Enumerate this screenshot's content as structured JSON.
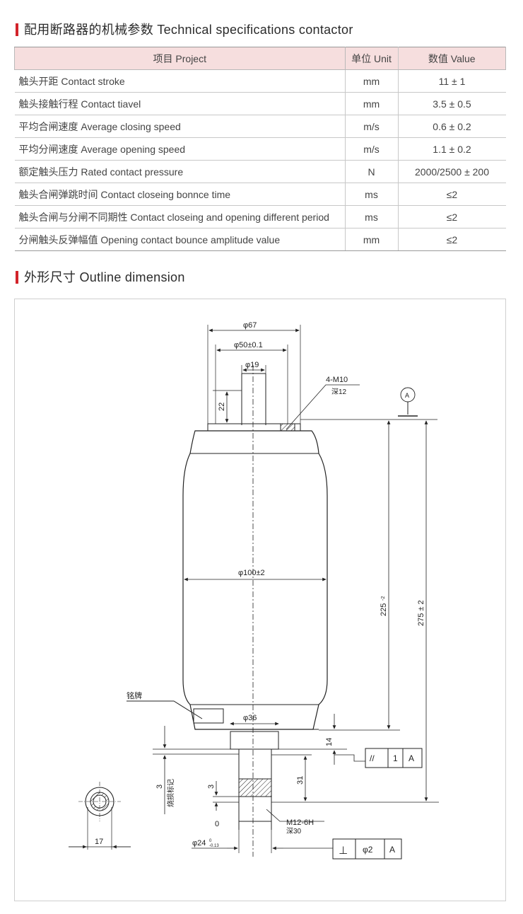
{
  "spec_section": {
    "title": "配用断路器的机械参数 Technical specifications contactor",
    "headers": {
      "project": "项目 Project",
      "unit": "单位 Unit",
      "value": "数值 Value"
    },
    "rows": [
      {
        "project": "触头开距 Contact stroke",
        "unit": "mm",
        "value": "11 ± 1"
      },
      {
        "project": "触头接触行程 Contact tiavel",
        "unit": "mm",
        "value": "3.5 ± 0.5"
      },
      {
        "project": "平均合闸速度 Average closing speed",
        "unit": "m/s",
        "value": "0.6 ± 0.2"
      },
      {
        "project": "平均分闸速度 Average opening speed",
        "unit": "m/s",
        "value": "1.1 ± 0.2"
      },
      {
        "project": "额定触头压力 Rated contact pressure",
        "unit": "N",
        "value": "2000/2500 ± 200"
      },
      {
        "project": "触头合闸弹跳时间 Contact closeing bonnce time",
        "unit": "ms",
        "value": "≤2"
      },
      {
        "project": "触头合闸与分闸不同期性 Contact closeing and opening different period",
        "unit": "ms",
        "value": "≤2"
      },
      {
        "project": "分闸触头反弹幅值 Opening contact bounce amplitude value",
        "unit": "mm",
        "value": "≤2"
      }
    ]
  },
  "outline_section": {
    "title": "外形尺寸 Outline dimension",
    "drawing": {
      "dim_phi67": "φ67",
      "dim_phi50": "φ50±0.1",
      "dim_phi19": "φ19",
      "dim_22": "22",
      "thread_top": "4-M10",
      "thread_top_depth": "深12",
      "datum_a": "A",
      "dim_phi100": "φ100±2",
      "dim_225": "225",
      "dim_225_tol": "-2",
      "dim_275": "275 ± 2",
      "nameplate": "铭牌",
      "dim_phi36": "φ36",
      "dim_14": "14",
      "parallel_symbol": "//",
      "parallel_tol": "1",
      "parallel_datum": "A",
      "dim_31": "31",
      "dim_3a": "3",
      "wear_mark": "烧损标记",
      "dim_3b": "3",
      "dim_0": "0",
      "thread_bottom": "M12-6H",
      "thread_bottom_depth": "深30",
      "dim_phi24": "φ24",
      "dim_phi24_tol_up": "0",
      "dim_phi24_tol_low": "-0.13",
      "dim_17": "17",
      "perp_symbol": "⊥",
      "perp_tol": "φ2",
      "perp_datum": "A"
    }
  }
}
